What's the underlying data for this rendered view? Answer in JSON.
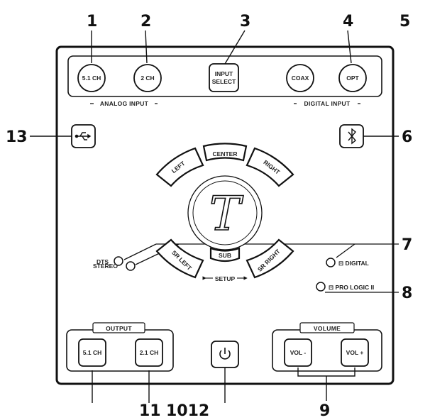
{
  "callouts": {
    "c1": "1",
    "c2": "2",
    "c3": "3",
    "c4": "4",
    "c5": "5",
    "c6": "6",
    "c7": "7",
    "c8": "8",
    "c9": "9",
    "c11": "11",
    "c1012": "1012",
    "c13": "13"
  },
  "top_row": {
    "btn_51ch": "5.1 CH",
    "btn_2ch": "2 CH",
    "input_select_line1": "INPUT",
    "input_select_line2": "SELECT",
    "btn_coax": "COAX",
    "btn_opt": "OPT",
    "analog_input_label": "ANALOG INPUT",
    "digital_input_label": "DIGITAL INPUT"
  },
  "channels": {
    "left": "LEFT",
    "center": "CENTER",
    "right": "RIGHT",
    "sub": "SUB",
    "sr_left": "SR LEFT",
    "sr_right": "SR RIGHT",
    "setup": "SETUP"
  },
  "logo": {
    "letter": "T"
  },
  "leds": {
    "dts": "DTS",
    "stereo": "STEREO",
    "digital": "⊡ DIGITAL",
    "pro_logic": "⊡ PRO LOGIC II"
  },
  "bottom": {
    "output_label": "OUTPUT",
    "out_51ch": "5.1 CH",
    "out_21ch": "2.1 CH",
    "volume_label": "VOLUME",
    "vol_minus": "VOL -",
    "vol_plus": "VOL +"
  },
  "icons": {
    "usb": "usb-icon",
    "bluetooth": "bluetooth-icon",
    "power": "power-icon"
  }
}
